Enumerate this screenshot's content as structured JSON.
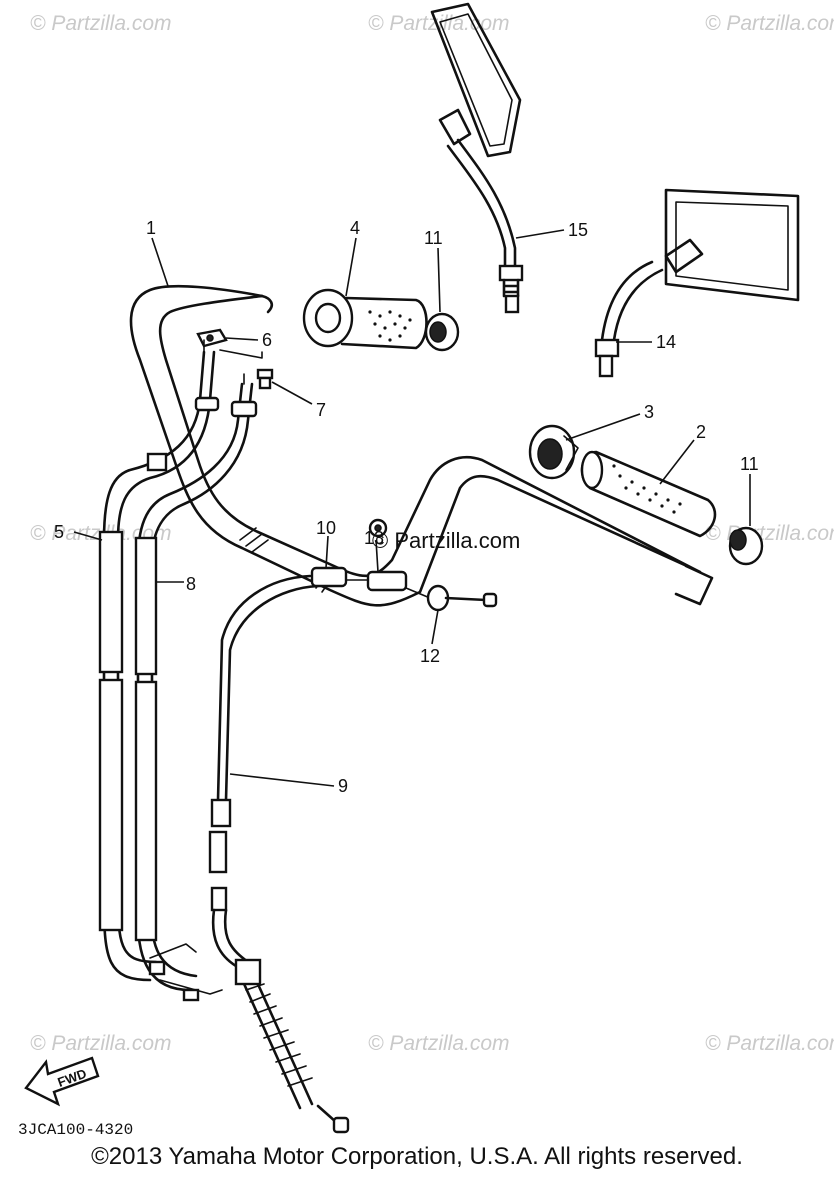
{
  "watermark": {
    "text": "Partzilla.com",
    "symbol": "©"
  },
  "callouts": {
    "c1": "1",
    "c2": "2",
    "c3": "3",
    "c4": "4",
    "c5": "5",
    "c6": "6",
    "c7": "7",
    "c8": "8",
    "c9": "9",
    "c10": "10",
    "c11a": "11",
    "c11b": "11",
    "c12": "12",
    "c13": "13",
    "c14": "14",
    "c15": "15"
  },
  "fwd_arrow_label": "FWD",
  "diagram_code": "3JCA100-4320",
  "copyright": "©2013 Yamaha Motor Corporation, U.S.A. All rights reserved."
}
